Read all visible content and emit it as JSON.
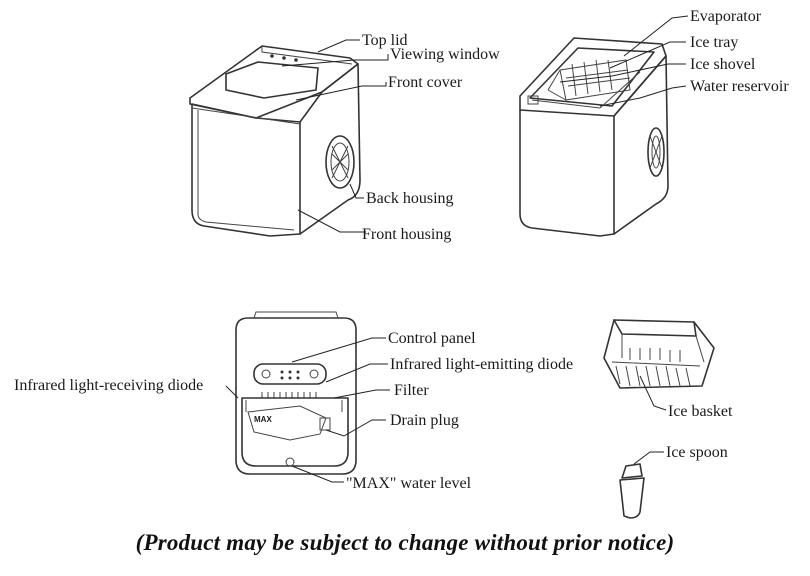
{
  "labels": {
    "top_lid": "Top lid",
    "viewing_window": "Viewing window",
    "front_cover": "Front cover",
    "back_housing": "Back housing",
    "front_housing": "Front housing",
    "evaporator": "Evaporator",
    "ice_tray": "Ice tray",
    "ice_shovel": "Ice shovel",
    "water_reservoir": "Water reservoir",
    "control_panel": "Control panel",
    "ir_emitting_diode": "Infrared light-emitting diode",
    "ir_receiving_diode": "Infrared light-receiving diode",
    "filter": "Filter",
    "drain_plug": "Drain plug",
    "max_water_level": "\"MAX\" water level",
    "max_mark": "MAX",
    "ice_basket": "Ice basket",
    "ice_spoon": "Ice spoon"
  },
  "footer_note": "(Product may be subject to change without prior notice)"
}
